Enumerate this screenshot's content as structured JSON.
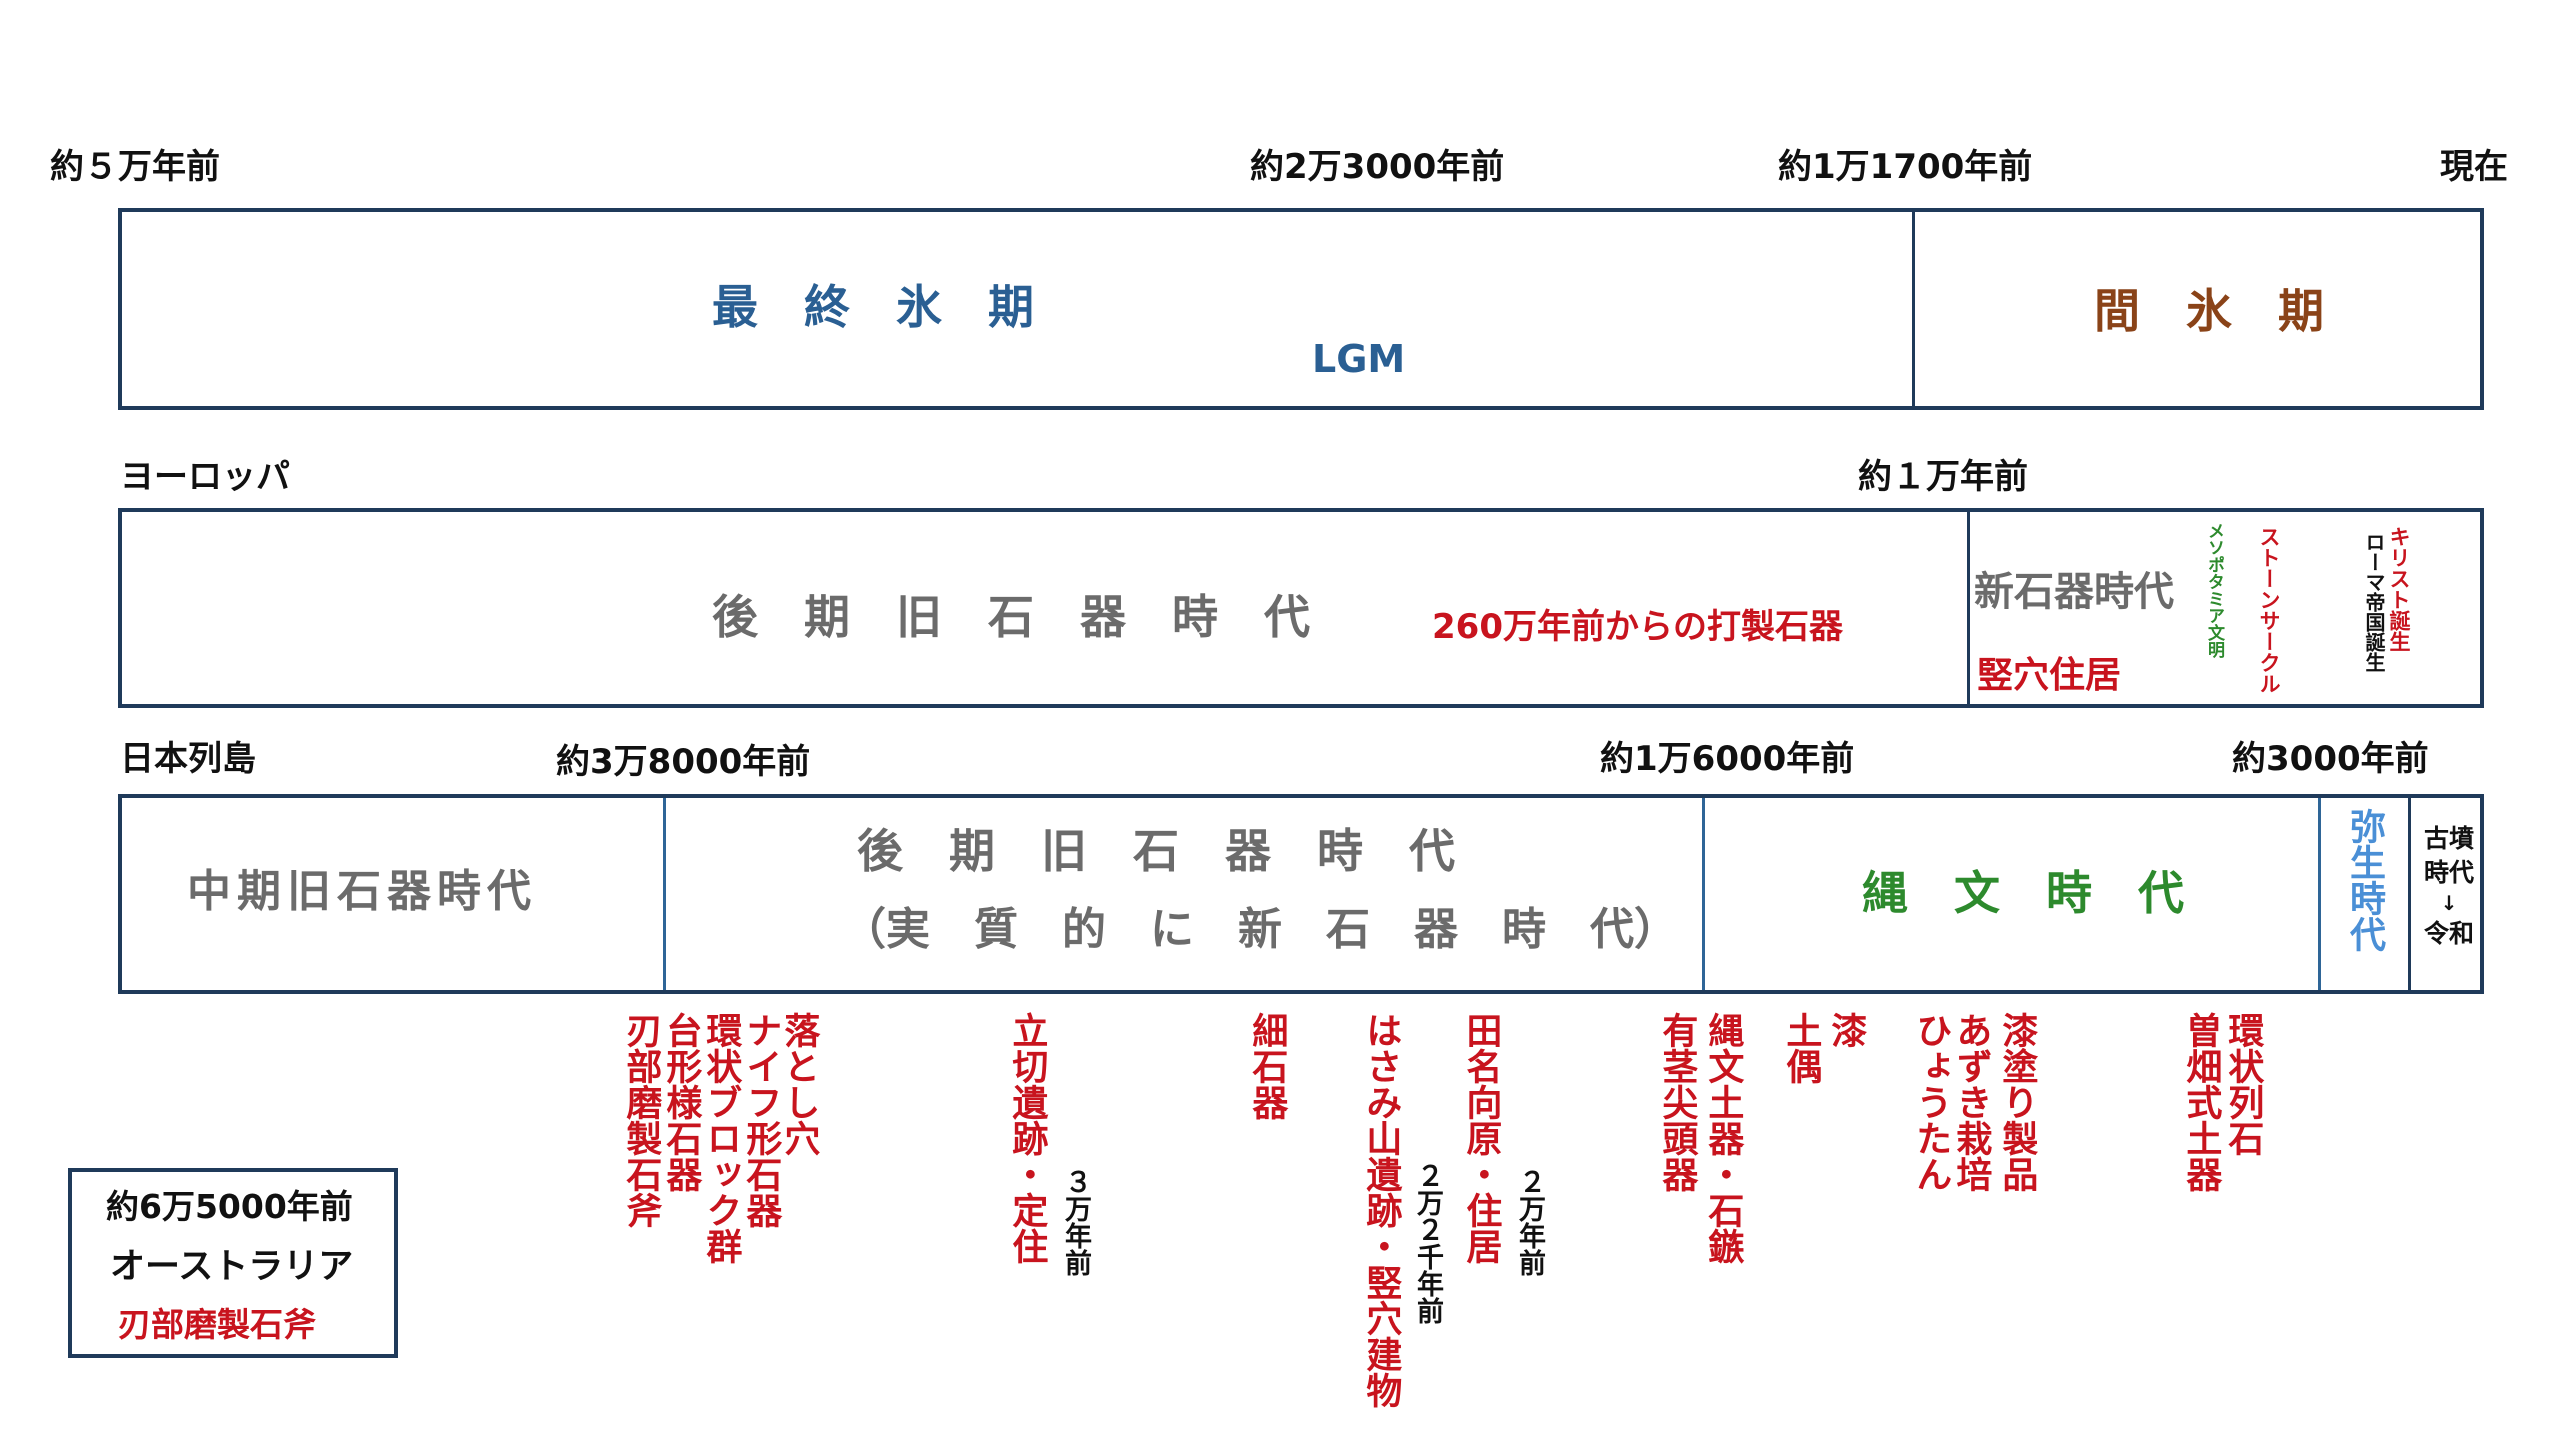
{
  "top_scale": {
    "t1": "約５万年前",
    "t2": "約2万3000年前",
    "t3": "約1万1700年前",
    "t4": "現在"
  },
  "climate": {
    "glacial": "最　終　氷　期",
    "lgm": "LGM",
    "interglacial": "間　氷　期"
  },
  "europe": {
    "region": "ヨーロッパ",
    "time": "約１万年前",
    "upper_paleolithic": "後　期　旧　石　器　時　代",
    "tools_note": "260万年前からの打製石器",
    "neolithic": "新石器時代",
    "pit_dwelling": "竪穴住居",
    "mesopotamia": "メソポタミア文明",
    "stonehenge": "ストーンサークル",
    "rome": "ローマ帝国誕生",
    "christ": "キリスト誕生"
  },
  "japan": {
    "region": "日本列島",
    "t1": "約3万8000年前",
    "t2": "約1万6000年前",
    "t3": "約3000年前",
    "middle_paleolithic": "中期旧石器時代",
    "upper_paleolithic": "後　期　旧　石　器　時　代",
    "upper_paleolithic_note": "（実　質　的　に　新　石　器　時　代）",
    "jomon": "縄　文　時　代",
    "yayoi": "弥生時代",
    "kofun_line1": "古墳",
    "kofun_line2": "時代",
    "kofun_arrow": "↓",
    "kofun_line3": "令和"
  },
  "events": {
    "e1": "刃部磨製石斧",
    "e2": "台形様石器",
    "e3": "環状ブロック群",
    "e4": "ナイフ形石器",
    "e5": "落とし穴",
    "e6": "立切遺跡・定住",
    "e6_time": "３万年前",
    "e7": "細石器",
    "e8": "はさみ山遺跡・竪穴建物",
    "e8_time": "２万２千年前",
    "e9": "田名向原・住居",
    "e9_time": "２万年前",
    "e10": "有茎尖頭器",
    "e11": "縄文土器・石鏃",
    "e12": "土偶",
    "e13": "漆",
    "e14": "ひょうたん",
    "e15": "あずき栽培",
    "e16": "漆塗り製品",
    "e17": "曽畑式土器",
    "e18": "環状列石"
  },
  "australia": {
    "time": "約6万5000年前",
    "name": "オーストラリア",
    "tool": "刃部磨製石斧"
  },
  "colors": {
    "frame": "#1f3a5a",
    "divider": "#2e6597",
    "red": "#c8141e",
    "blue": "#2a5f93",
    "brown": "#8a4318",
    "gray": "#6b6b6b",
    "green": "#2d8a2d",
    "lightblue": "#4a8fd6"
  }
}
